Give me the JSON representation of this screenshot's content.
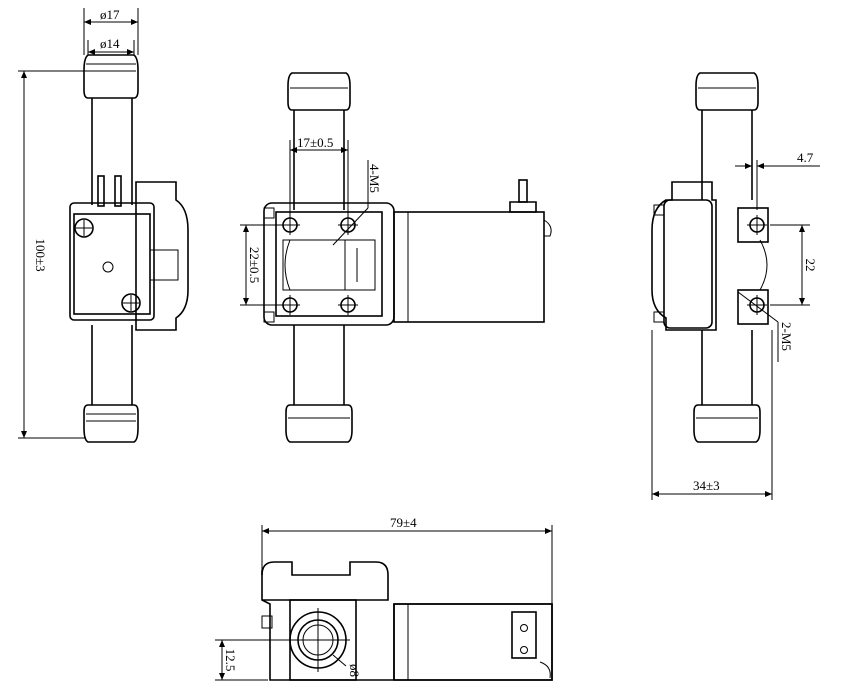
{
  "front_view": {
    "outer_diameter": "ø17",
    "inner_diameter": "ø14",
    "length": "100±3"
  },
  "side_view": {
    "hole_spacing_horizontal": "17±0.5",
    "hole_spacing_vertical": "22±0.5",
    "mount_holes": "4-M5"
  },
  "right_view": {
    "offset": "4.7",
    "hole_spacing": "22",
    "mount_holes": "2-M5",
    "width": "34±3"
  },
  "bottom_view": {
    "overall_length": "79±4",
    "center_height": "12.5",
    "port_diameter": "ø8"
  }
}
